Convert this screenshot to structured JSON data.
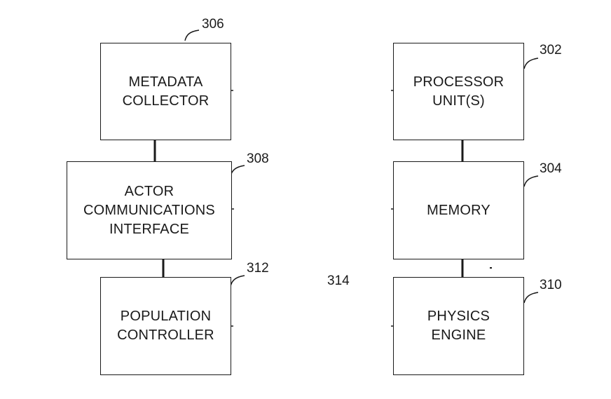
{
  "blocks": {
    "metadata_collector": {
      "line1": "METADATA",
      "line2": "COLLECTOR",
      "ref": "306"
    },
    "actor_communications_interface": {
      "line1": "ACTOR",
      "line2": "COMMUNICATIONS",
      "line3": "INTERFACE",
      "ref": "308"
    },
    "population_controller": {
      "line1": "POPULATION",
      "line2": "CONTROLLER",
      "ref": "312"
    },
    "processor_units": {
      "line1": "PROCESSOR",
      "line2": "UNIT(S)",
      "ref": "302"
    },
    "memory": {
      "line1": "MEMORY",
      "ref": "304"
    },
    "physics_engine": {
      "line1": "PHYSICS",
      "line2": "ENGINE",
      "ref": "310"
    }
  },
  "bus_ref": "314",
  "colors": {
    "line": "#1a1a1a",
    "background": "#ffffff"
  }
}
